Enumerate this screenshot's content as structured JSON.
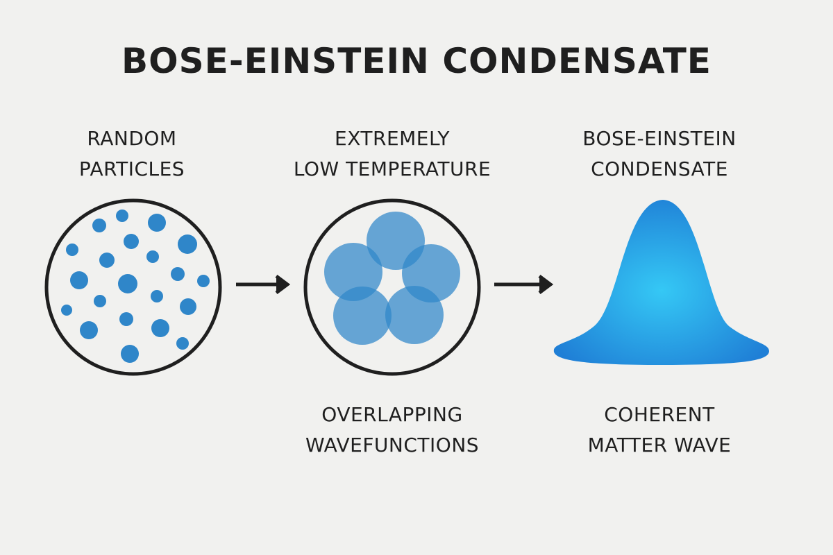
{
  "title": "BOSE-EINSTEIN CONDENSATE",
  "stages": [
    {
      "label_line1": "RANDOM",
      "label_line2": "PARTICLES"
    },
    {
      "label_line1": "EXTREMELY",
      "label_line2": "LOW TEMPERATURE"
    },
    {
      "label_line1": "BOSE-EINSTEIN",
      "label_line2": "CONDENSATE"
    }
  ],
  "captions": [
    {
      "line1": "OVERLAPPING",
      "line2": "WAVEFUNCTIONS"
    },
    {
      "line1": "COHERENT",
      "line2": "MATTER WAVE"
    }
  ],
  "colors": {
    "background": "#f1f1ef",
    "text": "#1f1f1f",
    "particle": "#2f86c9",
    "wave_blob": "#3a8fd4",
    "condensate_center": "#35c8f5",
    "condensate_edge": "#1f7fd6",
    "outline": "#1f1f1f"
  }
}
